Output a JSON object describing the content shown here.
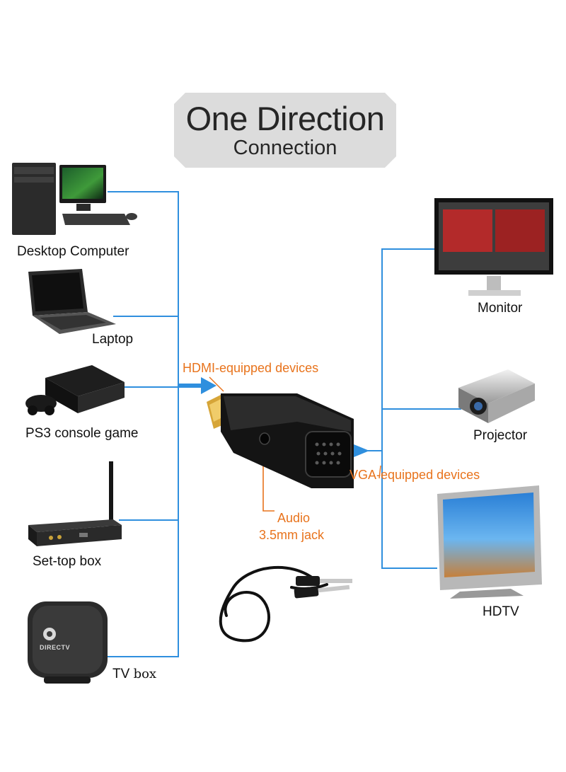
{
  "title": {
    "main": "One Direction",
    "sub": "Connection"
  },
  "inputs": [
    {
      "label": "Desktop Computer"
    },
    {
      "label": "Laptop"
    },
    {
      "label": "PS3 console game"
    },
    {
      "label": "Set-top box"
    },
    {
      "label": "TV",
      "label_small": "box"
    }
  ],
  "outputs": [
    {
      "label": "Monitor"
    },
    {
      "label": "Projector"
    },
    {
      "label": "HDTV"
    }
  ],
  "annotations": {
    "hdmi": "HDMI-equipped devices",
    "vga": "VGA-equipped devices",
    "audio_line1": "Audio",
    "audio_line2": "3.5mm jack"
  },
  "device_text": {
    "stb_brand": "DIRECTV"
  },
  "colors": {
    "connector_line": "#2f8fde",
    "annotation_text": "#e8731c",
    "banner_bg": "#dcdcdc"
  }
}
